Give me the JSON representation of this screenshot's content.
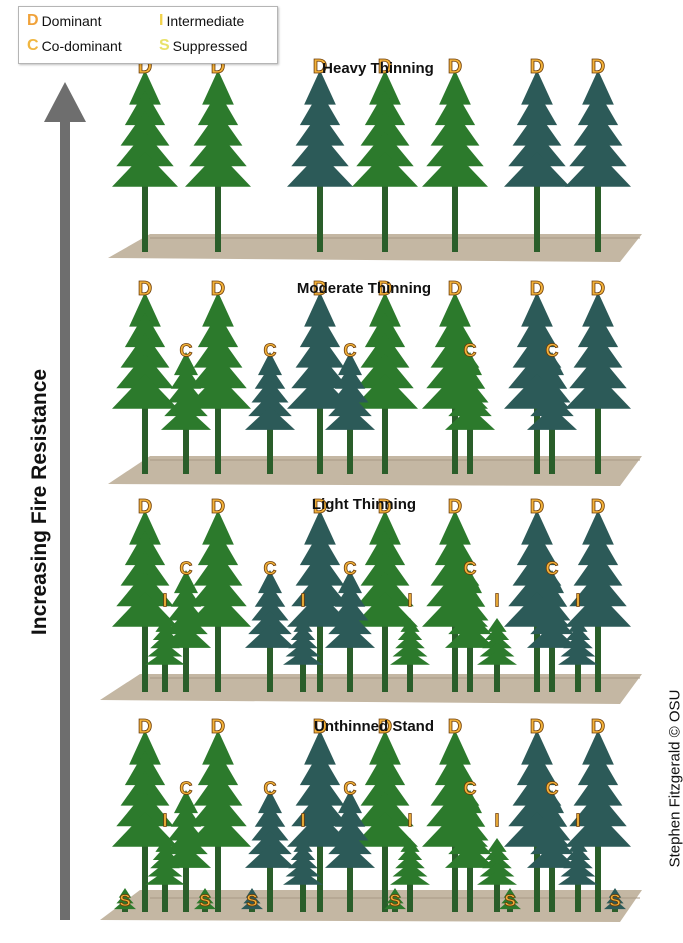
{
  "legend": {
    "items": [
      {
        "letter": "D",
        "label": "Dominant",
        "color": "#f0a23a"
      },
      {
        "letter": "I",
        "label": "Intermediate",
        "color": "#f2d24a"
      },
      {
        "letter": "C",
        "label": "Co-dominant",
        "color": "#f0b640"
      },
      {
        "letter": "S",
        "label": "Suppressed",
        "color": "#e9e26a"
      }
    ]
  },
  "axis_label": "Increasing Fire Resistance",
  "credit": "Stephen Fitzgerald © OSU",
  "colors": {
    "spruce": "#2c7a2c",
    "fir": "#2c5a58",
    "trunk": "#2a5e2a",
    "ground": "#c4b7a3",
    "arrow": "#6e6e6e",
    "letter": "#f3b23a",
    "letter_stroke": "#6b3b08"
  },
  "panels": [
    {
      "title": "Heavy Thinning",
      "trees": [
        {
          "cls": "D",
          "species": "spruce"
        },
        {
          "cls": "D",
          "species": "spruce"
        },
        {
          "cls": "D",
          "species": "fir"
        },
        {
          "cls": "D",
          "species": "spruce"
        },
        {
          "cls": "D",
          "species": "spruce"
        },
        {
          "cls": "D",
          "species": "fir"
        },
        {
          "cls": "D",
          "species": "fir"
        }
      ]
    },
    {
      "title": "Moderate Thinning",
      "trees": [
        {
          "cls": "D",
          "species": "spruce"
        },
        {
          "cls": "C",
          "species": "spruce"
        },
        {
          "cls": "D",
          "species": "spruce"
        },
        {
          "cls": "C",
          "species": "fir"
        },
        {
          "cls": "D",
          "species": "fir"
        },
        {
          "cls": "C",
          "species": "fir"
        },
        {
          "cls": "D",
          "species": "spruce"
        },
        {
          "cls": "D",
          "species": "spruce"
        },
        {
          "cls": "C",
          "species": "spruce"
        },
        {
          "cls": "D",
          "species": "fir"
        },
        {
          "cls": "C",
          "species": "fir"
        },
        {
          "cls": "D",
          "species": "fir"
        }
      ]
    },
    {
      "title": "Light Thinning",
      "trees": [
        {
          "cls": "D",
          "species": "spruce"
        },
        {
          "cls": "C",
          "species": "spruce"
        },
        {
          "cls": "I",
          "species": "spruce"
        },
        {
          "cls": "D",
          "species": "spruce"
        },
        {
          "cls": "C",
          "species": "fir"
        },
        {
          "cls": "I",
          "species": "fir"
        },
        {
          "cls": "D",
          "species": "fir"
        },
        {
          "cls": "C",
          "species": "fir"
        },
        {
          "cls": "D",
          "species": "spruce"
        },
        {
          "cls": "I",
          "species": "spruce"
        },
        {
          "cls": "D",
          "species": "spruce"
        },
        {
          "cls": "C",
          "species": "spruce"
        },
        {
          "cls": "I",
          "species": "spruce"
        },
        {
          "cls": "D",
          "species": "fir"
        },
        {
          "cls": "C",
          "species": "fir"
        },
        {
          "cls": "D",
          "species": "fir"
        },
        {
          "cls": "I",
          "species": "fir"
        }
      ]
    },
    {
      "title": "Unthinned Stand",
      "trees": [
        {
          "cls": "S",
          "species": "spruce"
        },
        {
          "cls": "D",
          "species": "spruce"
        },
        {
          "cls": "C",
          "species": "spruce"
        },
        {
          "cls": "I",
          "species": "spruce"
        },
        {
          "cls": "S",
          "species": "spruce"
        },
        {
          "cls": "D",
          "species": "spruce"
        },
        {
          "cls": "S",
          "species": "fir"
        },
        {
          "cls": "C",
          "species": "fir"
        },
        {
          "cls": "I",
          "species": "fir"
        },
        {
          "cls": "D",
          "species": "fir"
        },
        {
          "cls": "C",
          "species": "fir"
        },
        {
          "cls": "D",
          "species": "spruce"
        },
        {
          "cls": "S",
          "species": "spruce"
        },
        {
          "cls": "I",
          "species": "spruce"
        },
        {
          "cls": "D",
          "species": "spruce"
        },
        {
          "cls": "C",
          "species": "spruce"
        },
        {
          "cls": "I",
          "species": "spruce"
        },
        {
          "cls": "S",
          "species": "spruce"
        },
        {
          "cls": "D",
          "species": "fir"
        },
        {
          "cls": "C",
          "species": "fir"
        },
        {
          "cls": "I",
          "species": "fir"
        },
        {
          "cls": "D",
          "species": "fir"
        },
        {
          "cls": "S",
          "species": "fir"
        }
      ]
    }
  ]
}
